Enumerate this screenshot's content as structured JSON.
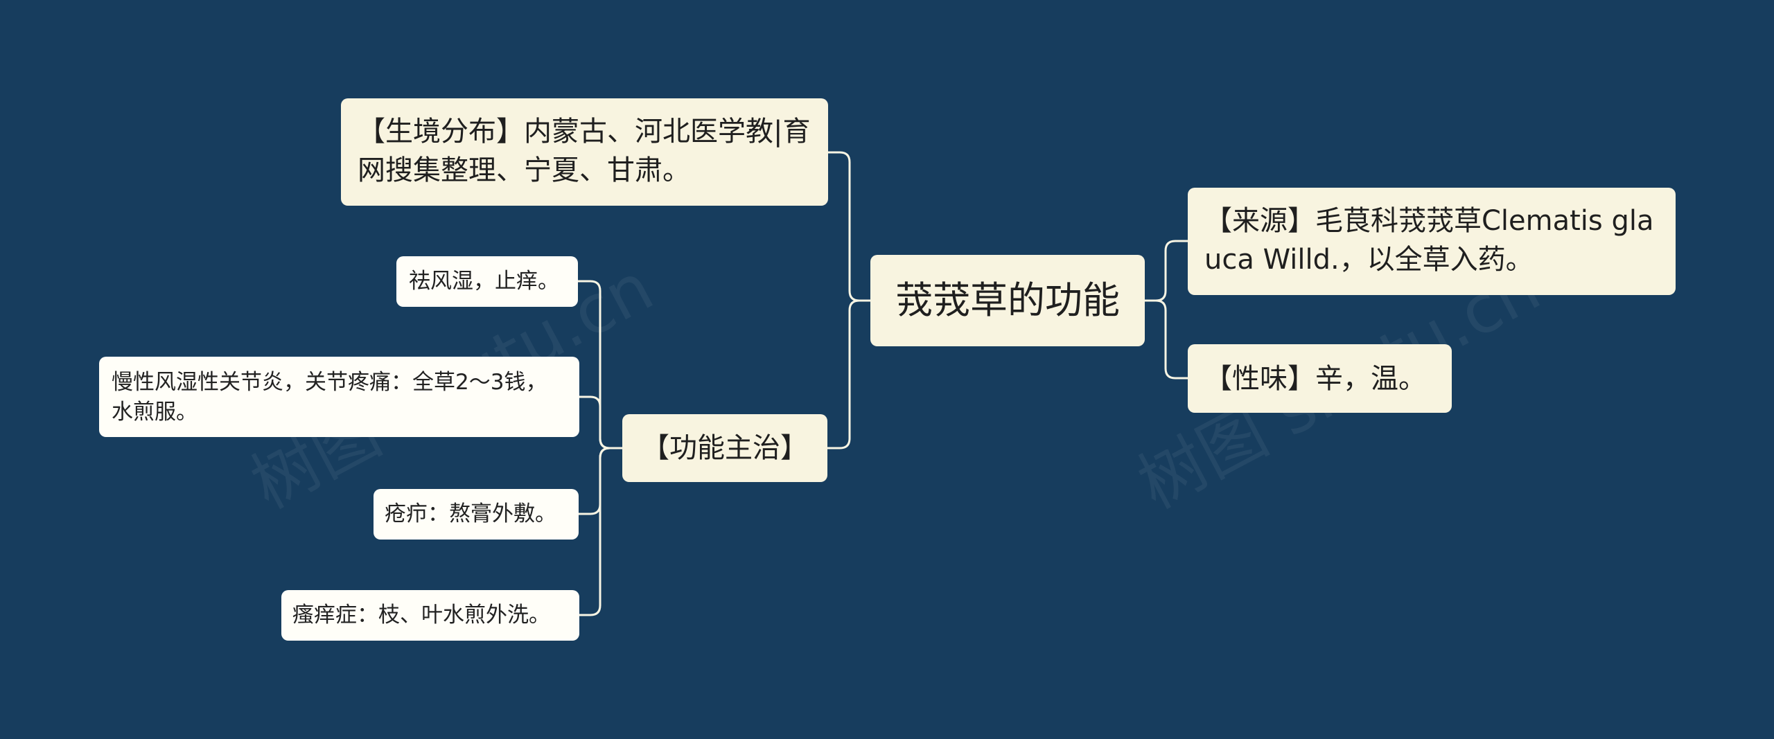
{
  "mindmap": {
    "central": "茙茙草的功能",
    "habitat": "【生境分布】内蒙古、河北医学教|育网搜集整理、宁夏、甘肃。",
    "function": "【功能主治】",
    "function_items": [
      "祛风湿，止痒。",
      "慢性风湿性关节炎，关节疼痛：全草2～3钱，水煎服。",
      "疮疖：熬膏外敷。",
      "瘙痒症：枝、叶水煎外洗。"
    ],
    "source": "【来源】毛茛科茙茙草Clematis glauca Willd.，以全草入药。",
    "taste": "【性味】辛，温。"
  },
  "watermarks": [
    "树图 shutu.cn",
    "树图 shutu.cn"
  ],
  "colors": {
    "background": "#173d5e",
    "node": "#f8f4e0",
    "leaf": "#fffef8",
    "edge": "#f8f5e4"
  }
}
